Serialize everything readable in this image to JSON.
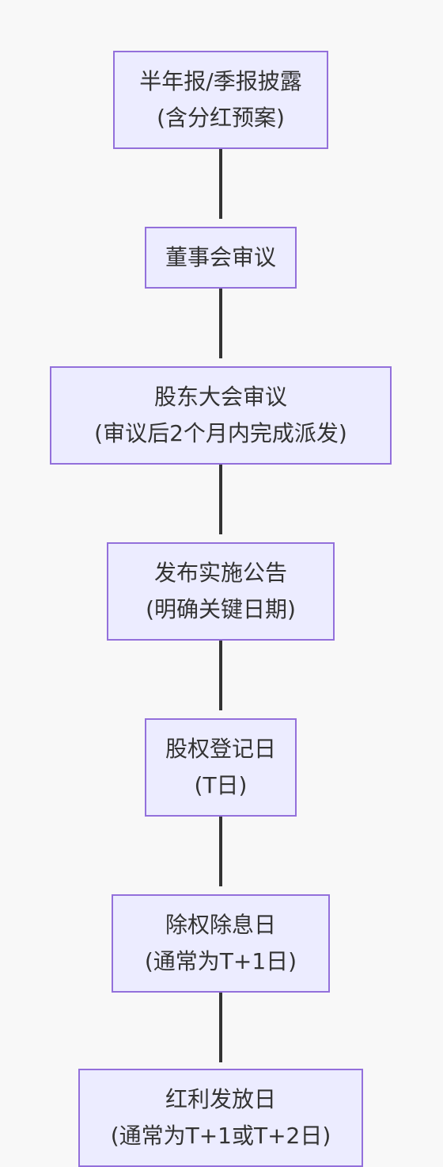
{
  "flowchart": {
    "nodes": [
      {
        "lines": [
          "半年报/季报披露",
          "(含分红预案)"
        ]
      },
      {
        "lines": [
          "董事会审议"
        ]
      },
      {
        "lines": [
          "股东大会审议",
          "(审议后2个月内完成派发)"
        ]
      },
      {
        "lines": [
          "发布实施公告",
          "(明确关键日期)"
        ]
      },
      {
        "lines": [
          "股权登记日",
          "(T日)"
        ]
      },
      {
        "lines": [
          "除权除息日",
          "(通常为T+1日)"
        ]
      },
      {
        "lines": [
          "红利发放日",
          "(通常为T+1或T+2日)"
        ]
      }
    ],
    "colors": {
      "background": "#f8f8f8",
      "node_fill": "#ececff",
      "node_border": "#9370db",
      "text": "#333333",
      "edge": "#333333"
    }
  }
}
